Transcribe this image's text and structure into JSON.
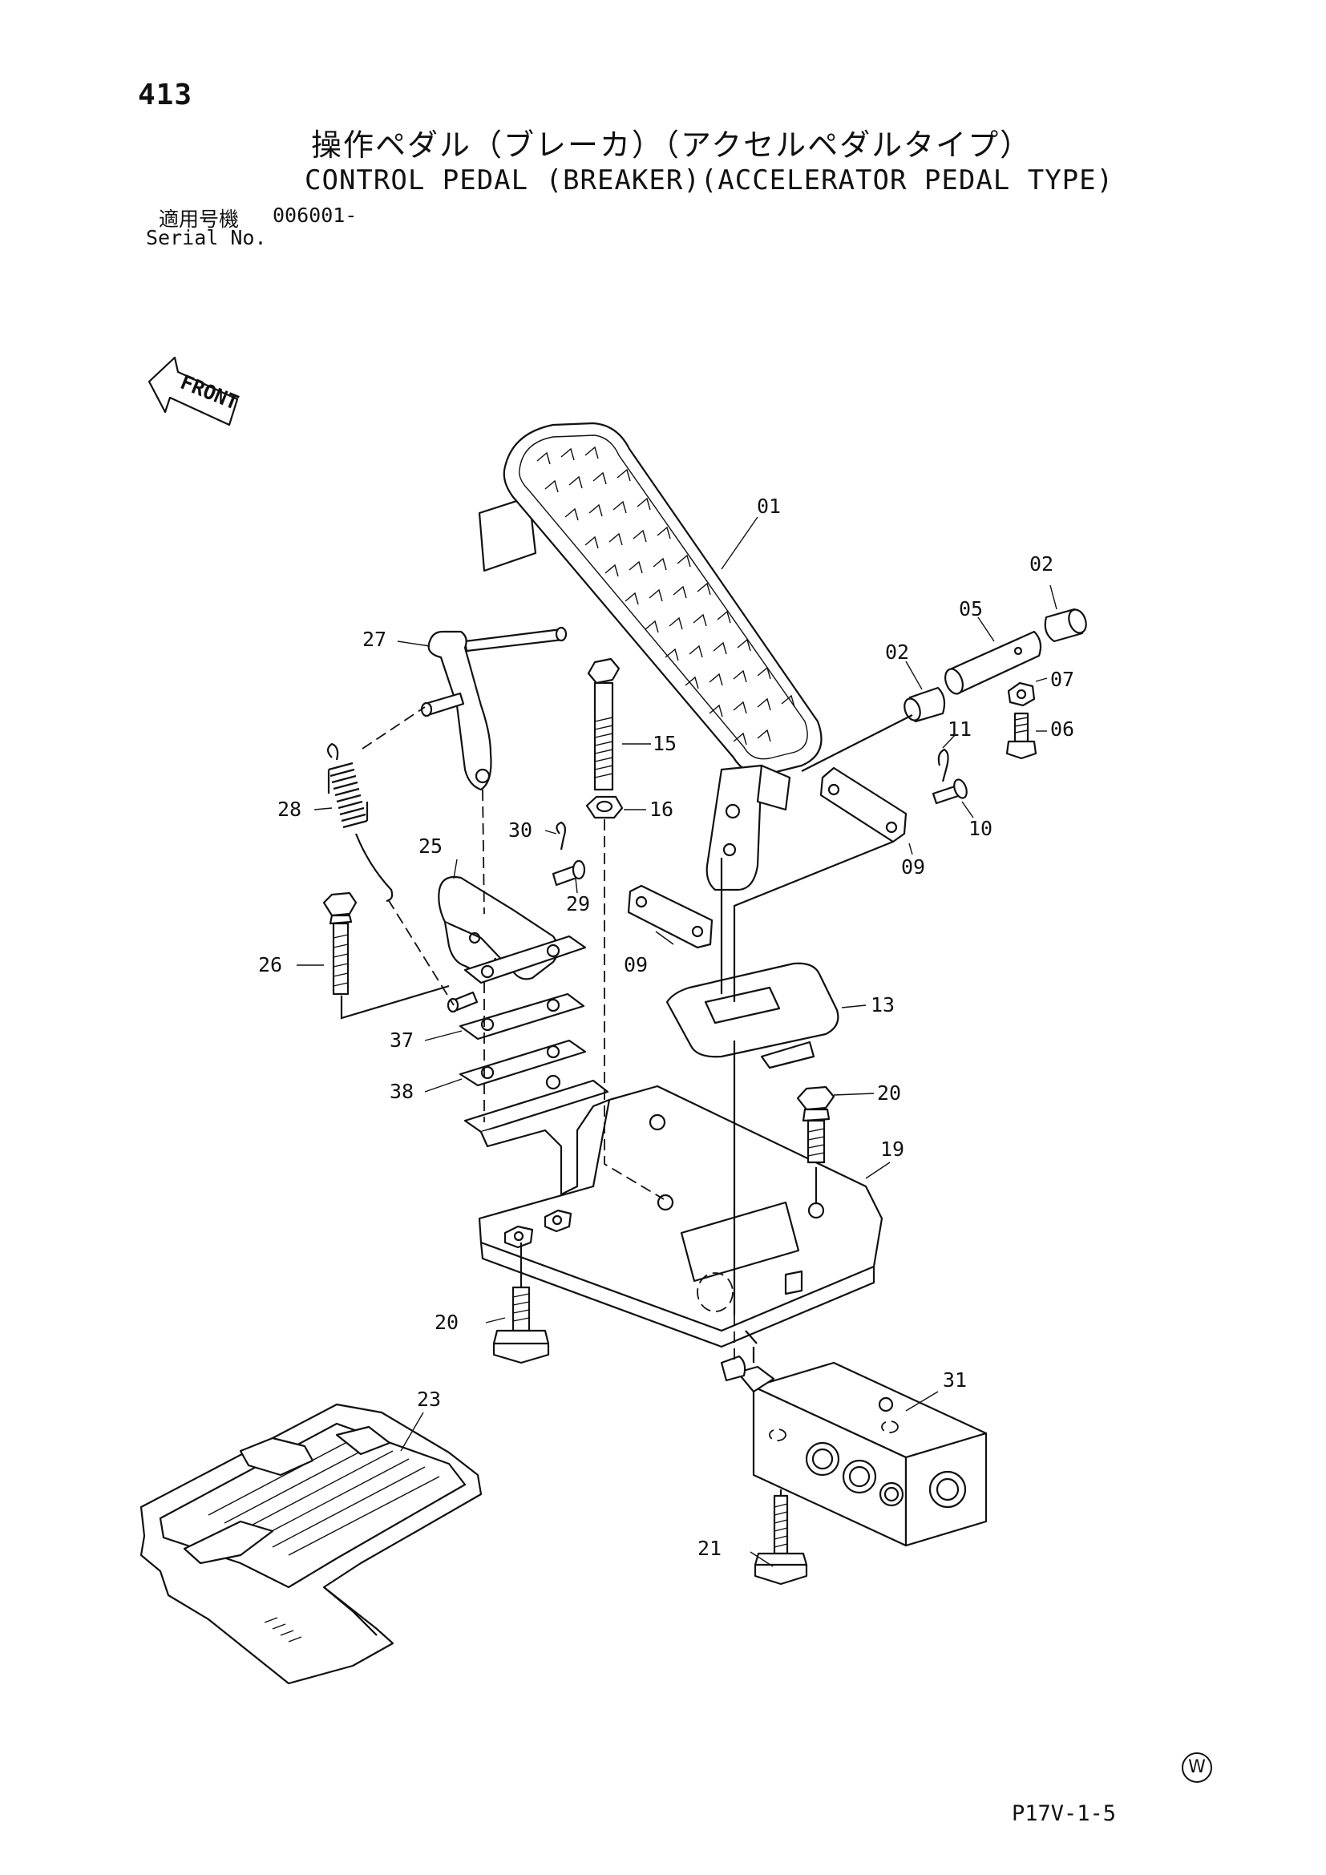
{
  "page_number": "413",
  "title_jp": "操作ペダル（ブレーカ）（アクセルペダルタイプ）",
  "title_en": "CONTROL PEDAL (BREAKER)(ACCELERATOR PEDAL TYPE)",
  "serial": {
    "jp_label": "適用号機",
    "en_label": "Serial No.",
    "value": "006001-"
  },
  "front_arrow_label": "FRONT",
  "part_labels": {
    "p01": "01",
    "p02a": "02",
    "p02b": "02",
    "p05": "05",
    "p06": "06",
    "p07": "07",
    "p09a": "09",
    "p09b": "09",
    "p10": "10",
    "p11": "11",
    "p13": "13",
    "p15": "15",
    "p16": "16",
    "p19": "19",
    "p20a": "20",
    "p20b": "20",
    "p21": "21",
    "p23": "23",
    "p25": "25",
    "p26": "26",
    "p27": "27",
    "p28": "28",
    "p29": "29",
    "p30": "30",
    "p31": "31",
    "p37": "37",
    "p38": "38"
  },
  "footer_code": "P17V-1-5",
  "corner_mark": "W"
}
